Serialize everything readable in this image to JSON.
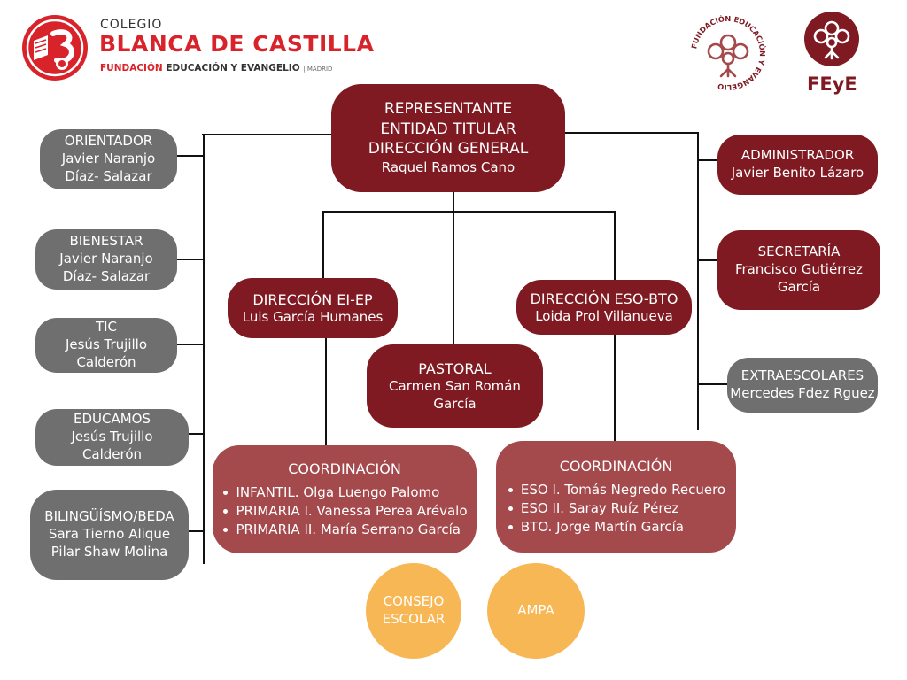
{
  "header": {
    "colegio": "COLEGIO",
    "school_name": "BLANCA DE CASTILLA",
    "fundacion": "FUNDACIÓN",
    "edu": "EDUCACIÓN Y EVANGELIO",
    "madrid": "MADRID",
    "ring_text": "FUNDACIÓN EDUCACIÓN Y EVANGELIO",
    "feye": "FEyE"
  },
  "top": {
    "lines": [
      "REPRESENTANTE",
      "ENTIDAD TITULAR",
      "DIRECCIÓN GENERAL",
      "Raquel Ramos Cano"
    ]
  },
  "left": [
    {
      "lines": [
        "ORIENTADOR",
        "Javier Naranjo",
        "Díaz- Salazar"
      ]
    },
    {
      "lines": [
        "BIENESTAR",
        "Javier Naranjo",
        "Díaz- Salazar"
      ]
    },
    {
      "lines": [
        "TIC",
        "Jesús Trujillo",
        "Calderón"
      ]
    },
    {
      "lines": [
        "EDUCAMOS",
        "Jesús Trujillo",
        "Calderón"
      ]
    },
    {
      "lines": [
        "BILINGÜÍSMO/BEDA",
        "Sara Tierno Alique",
        "Pilar Shaw Molina"
      ]
    }
  ],
  "right": [
    {
      "lines": [
        "ADMINISTRADOR",
        "Javier Benito Lázaro"
      ]
    },
    {
      "lines": [
        "SECRETARÍA",
        "Francisco Gutiérrez",
        "García"
      ]
    },
    {
      "lines": [
        "EXTRAESCOLARES",
        "Mercedes Fdez Rguez"
      ]
    }
  ],
  "middle": {
    "ei_ep": {
      "lines": [
        "DIRECCIÓN EI-EP",
        "Luis García Humanes"
      ]
    },
    "eso_bto": {
      "lines": [
        "DIRECCIÓN ESO-BTO",
        "Loida Prol Villanueva"
      ]
    },
    "pastoral": {
      "lines": [
        "PASTORAL",
        "Carmen San Román",
        "García"
      ]
    }
  },
  "coordination": [
    {
      "title": "COORDINACIÓN",
      "items": [
        "INFANTIL. Olga Luengo Palomo",
        "PRIMARIA I. Vanessa Perea Arévalo",
        "PRIMARIA II. María Serrano García"
      ]
    },
    {
      "title": "COORDINACIÓN",
      "items": [
        "ESO I. Tomás Negredo Recuero",
        "ESO II. Saray Ruíz Pérez",
        "BTO. Jorge Martín García"
      ]
    }
  ],
  "bottom": {
    "consejo": [
      "CONSEJO",
      "ESCOLAR"
    ],
    "ampa": "AMPA"
  },
  "colors": {
    "dark_red": "#7f1a22",
    "rose": "#a4494c",
    "gray": "#6f6f6f",
    "orange": "#f8b755",
    "brand_red": "#d8232a"
  }
}
